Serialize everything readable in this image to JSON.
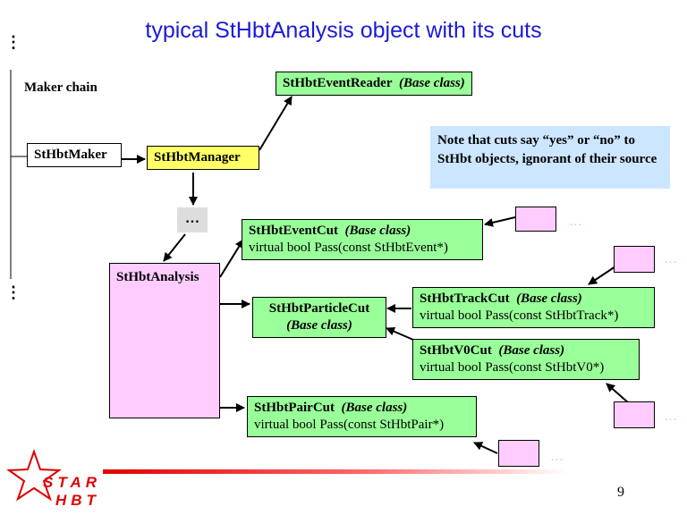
{
  "title": "typical StHbtAnalysis object with its cuts",
  "maker_chain_label": "Maker chain",
  "vdots": "⋮",
  "boxes": {
    "event_reader": {
      "name": "StHbtEventReader",
      "base": "(Base class)"
    },
    "hbt_maker": {
      "name": "StHbtMaker"
    },
    "hbt_manager": {
      "name": "StHbtManager"
    },
    "ellipsis": {
      "text": "…"
    },
    "analysis": {
      "name": "StHbtAnalysis"
    },
    "event_cut": {
      "name": "StHbtEventCut",
      "base": "(Base class)",
      "method": "virtual bool Pass(const StHbtEvent*)"
    },
    "particle_cut": {
      "name": "StHbtParticleCut",
      "base": "(Base class)"
    },
    "track_cut": {
      "name": "StHbtTrackCut",
      "base": "(Base class)",
      "method": "virtual bool Pass(const StHbtTrack*)"
    },
    "v0_cut": {
      "name": "StHbtV0Cut",
      "base": "(Base class)",
      "method": "virtual bool Pass(const StHbtV0*)"
    },
    "pair_cut": {
      "name": "StHbtPairCut",
      "base": "(Base class)",
      "method": "virtual bool Pass(const StHbtPair*)"
    }
  },
  "note": "Note that cuts say “yes” or “no” to StHbt objects, ignorant of their source",
  "pink_dots": "…",
  "logo": {
    "line1": "STAR",
    "line2": "HBT"
  },
  "page_number": "9",
  "colors": {
    "title": "#1a1adb",
    "box_green": "#99ff99",
    "manager_yellow": "#ffff66",
    "pink": "#ffccff",
    "note_blue": "#cce6ff",
    "logo_red": "#e00000"
  }
}
